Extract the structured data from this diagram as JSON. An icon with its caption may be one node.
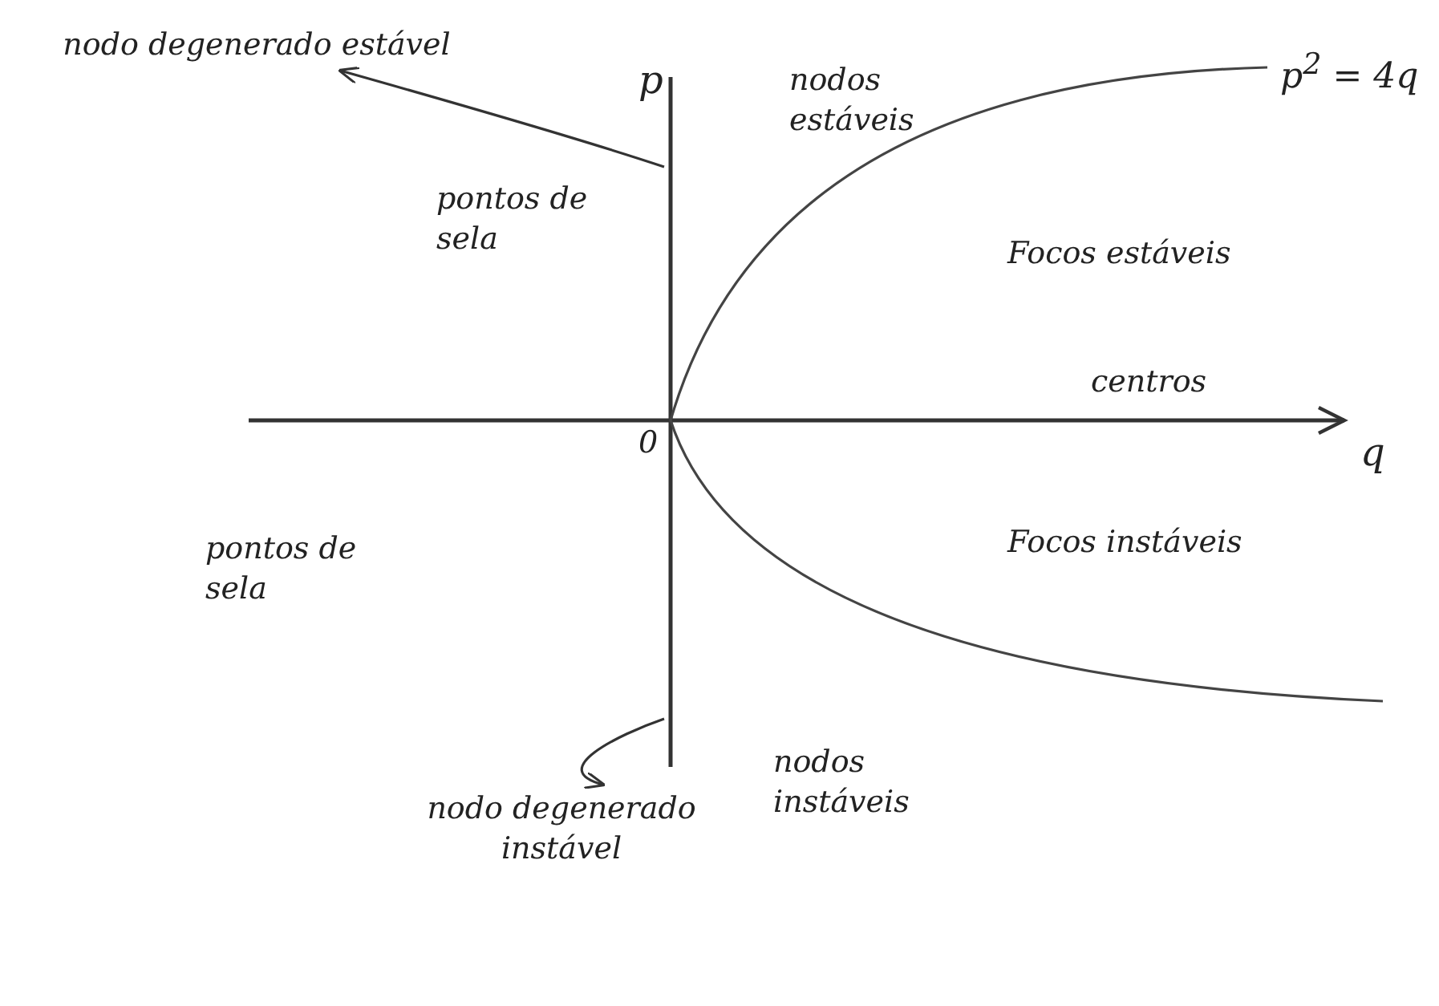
{
  "diagram": {
    "nodes": [
      {
        "text": [
          "nodo degenerado estável"
        ]
      },
      {
        "text": [
          "nodo degenerado instável"
        ]
      }
    ],
    "edges": [
      {
        "from": null,
        "to": 0,
        "arrow": "to"
      },
      {
        "from": null,
        "to": 1,
        "arrow": "to"
      }
    ],
    "labels": [
      "p",
      "nodos estáveis",
      "p$^{2}$ = 4q",
      "pontos de sela",
      "Focos estáveis",
      "centros",
      "0",
      "q",
      "pontos de sela",
      "Focos instáveis",
      "nodos instáveis"
    ]
  }
}
